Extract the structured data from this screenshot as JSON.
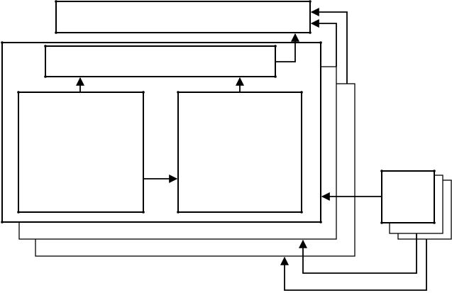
{
  "diagram": {
    "blocks": [
      {
        "name": "top-block",
        "label": ""
      },
      {
        "name": "container-block",
        "label": ""
      },
      {
        "name": "inner-top-block",
        "label": ""
      },
      {
        "name": "left-block",
        "label": ""
      },
      {
        "name": "right-block",
        "label": ""
      },
      {
        "name": "side-block",
        "label": ""
      }
    ],
    "connections": [
      {
        "from": "inner-top-block",
        "to": "top-block"
      },
      {
        "from": "left-block",
        "to": "inner-top-block"
      },
      {
        "from": "right-block",
        "to": "inner-top-block"
      },
      {
        "from": "left-block",
        "to": "right-block"
      },
      {
        "from": "side-block",
        "to": "container-block"
      },
      {
        "from": "container-block",
        "to": "top-block"
      },
      {
        "from": "side-block",
        "to": "container-block"
      }
    ]
  }
}
